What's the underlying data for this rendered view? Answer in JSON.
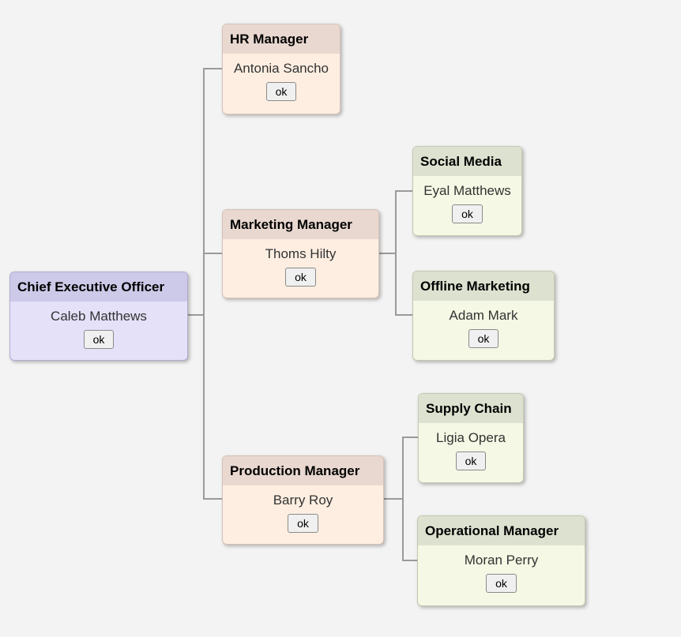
{
  "page": {
    "background_color": "#f3f3f3",
    "connector_color": "#9a9a9a"
  },
  "diagram": {
    "type": "org-chart",
    "hierarchy": {
      "ceo": [
        "hr",
        "marketing",
        "production"
      ],
      "marketing": [
        "social",
        "offline"
      ],
      "production": [
        "supply",
        "operational"
      ]
    }
  },
  "nodes": {
    "ceo": {
      "title": "Chief Executive Officer",
      "person": "Caleb Matthews",
      "button_label": "ok",
      "header_color": "#cdc9e8",
      "body_color": "#e4e1f9"
    },
    "hr": {
      "title": "HR Manager",
      "person": "Antonia Sancho",
      "button_label": "ok",
      "header_color": "#e9d8d0",
      "body_color": "#fdeee1"
    },
    "marketing": {
      "title": "Marketing Manager",
      "person": "Thoms Hilty",
      "button_label": "ok",
      "header_color": "#e9d8d0",
      "body_color": "#fdeee1"
    },
    "social": {
      "title": "Social Media",
      "person": "Eyal Matthews",
      "button_label": "ok",
      "header_color": "#dde2d0",
      "body_color": "#f4f8e4"
    },
    "offline": {
      "title": "Offline Marketing",
      "person": "Adam Mark",
      "button_label": "ok",
      "header_color": "#dde2d0",
      "body_color": "#f4f8e4"
    },
    "production": {
      "title": "Production Manager",
      "person": "Barry Roy",
      "button_label": "ok",
      "header_color": "#e9d8d0",
      "body_color": "#fdeee1"
    },
    "supply": {
      "title": "Supply Chain",
      "person": "Ligia Opera",
      "button_label": "ok",
      "header_color": "#dde2d0",
      "body_color": "#f4f8e4"
    },
    "operational": {
      "title": "Operational Manager",
      "person": "Moran Perry",
      "button_label": "ok",
      "header_color": "#dde2d0",
      "body_color": "#f4f8e4"
    }
  }
}
